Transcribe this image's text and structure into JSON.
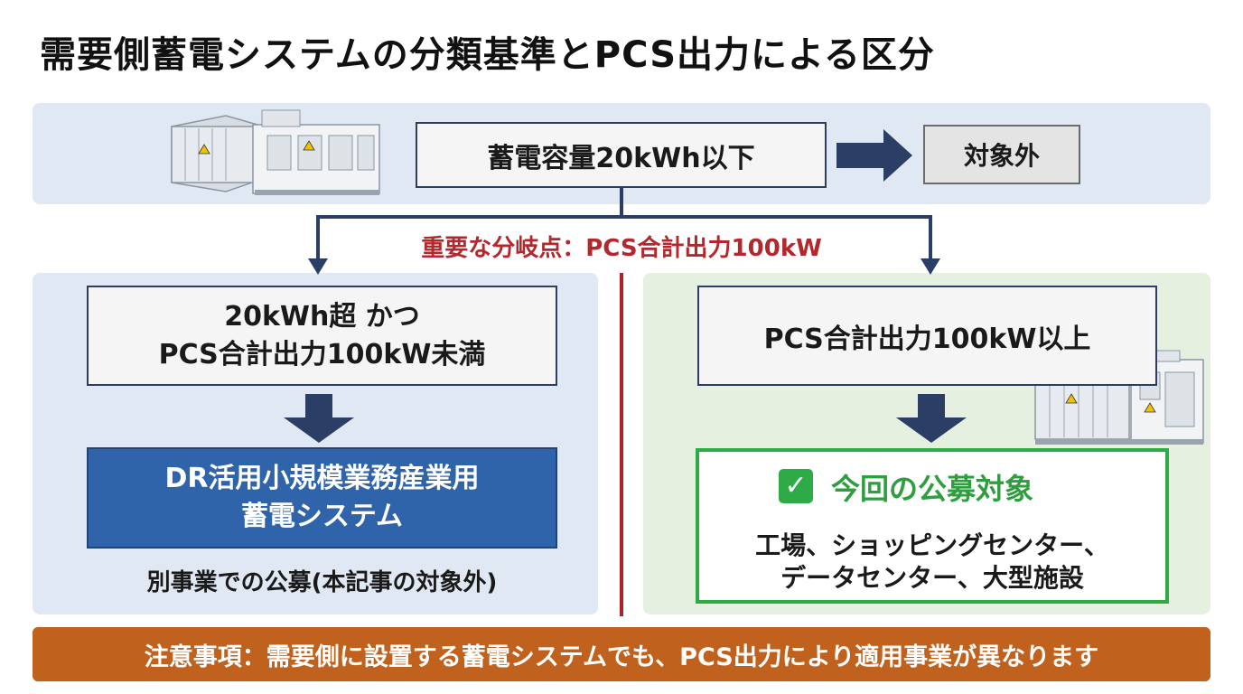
{
  "title": "需要側蓄電システムの分類基準とPCS出力による区分",
  "top": {
    "capacity_box": "蓄電容量20kWh以下",
    "excluded_box": "対象外"
  },
  "branch_label": "重要な分岐点：PCS合計出力100kW",
  "left": {
    "condition_line1": "20kWh超 かつ",
    "condition_line2": "PCS合計出力100kW未満",
    "result_line1": "DR活用小規模業務産業用",
    "result_line2": "蓄電システム",
    "note": "別事業での公募(本記事の対象外)"
  },
  "right": {
    "condition": "PCS合計出力100kW以上",
    "target_title": "今回の公募対象",
    "target_line1": "工場、ショッピングセンター、",
    "target_line2": "データセンター、大型施設"
  },
  "footer": "注意事項：需要側に設置する蓄電システムでも、PCS出力により適用事業が異なります",
  "icons": {
    "check": "check-icon",
    "storage": "battery-container-icon"
  },
  "colors": {
    "navy_arrow": "#2b3f66",
    "dr_box": "#2f63aa",
    "target_green": "#2eaa46",
    "branch_red": "#b3282d",
    "footer_orange": "#c1611e"
  }
}
